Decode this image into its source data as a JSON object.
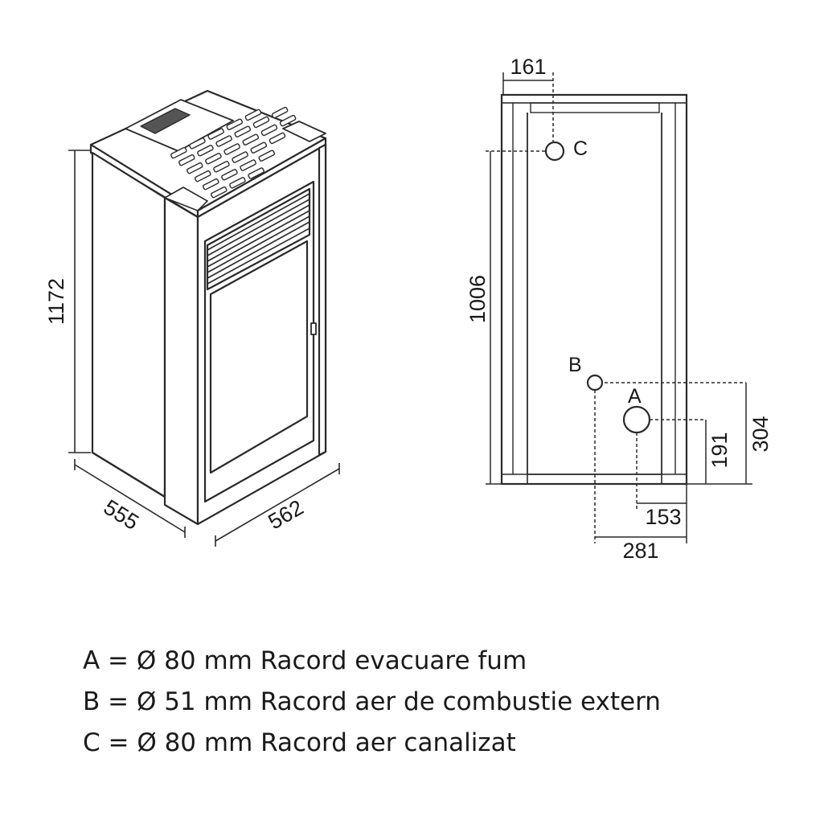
{
  "dimensions": {
    "total_height": "1172",
    "depth": "555",
    "width": "562",
    "c_offset_x": "161",
    "c_height": "1006",
    "a_offset_x": "153",
    "a_height": "191",
    "b_offset_x": "281",
    "b_height": "304"
  },
  "connections": {
    "a": "A",
    "b": "B",
    "c": "C"
  },
  "legend": [
    {
      "text": "A = Ø 80 mm Racord evacuare fum"
    },
    {
      "text": "B = Ø 51 mm Racord aer de combustie extern"
    },
    {
      "text": "C = Ø 80 mm Racord aer canalizat"
    }
  ]
}
